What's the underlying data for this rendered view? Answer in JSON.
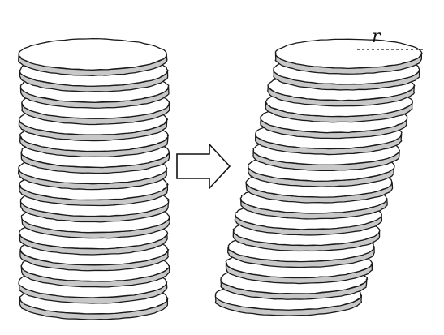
{
  "figure": {
    "radius_label": "r"
  },
  "colors": {
    "disk_top": "#ffffff",
    "disk_side": "#c8c8c8",
    "outline": "#1a1a1a",
    "arrow_fill": "#ffffff",
    "arrow_stroke": "#111111",
    "dashed_line": "#111111"
  },
  "left_stack": {
    "disk_count": 16
  },
  "right_stack": {
    "disk_count": 16,
    "shear": "sheared"
  },
  "arrow": {
    "direction": "right"
  }
}
